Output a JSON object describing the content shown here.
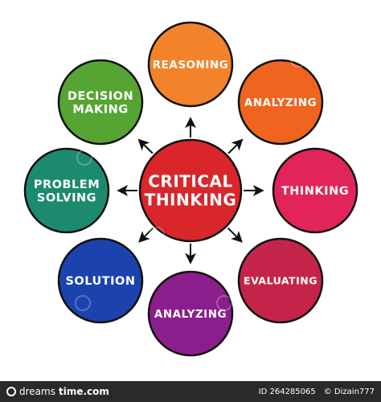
{
  "diagram": {
    "center": {
      "label_lines": [
        "CRITICAL",
        "THINKING"
      ],
      "color": "#d9262b"
    },
    "nodes": [
      {
        "id": "reasoning",
        "label_lines": [
          "REASONING"
        ],
        "color": "#f2832a"
      },
      {
        "id": "analyzing-top",
        "label_lines": [
          "ANALYZING"
        ],
        "color": "#f0641f"
      },
      {
        "id": "thinking",
        "label_lines": [
          "THINKING"
        ],
        "color": "#e2245a"
      },
      {
        "id": "evaluating",
        "label_lines": [
          "EVALUATING"
        ],
        "color": "#c5244a"
      },
      {
        "id": "analyzing-bottom",
        "label_lines": [
          "ANALYZING"
        ],
        "color": "#8b1e8c"
      },
      {
        "id": "solution",
        "label_lines": [
          "SOLUTION"
        ],
        "color": "#1c43ad"
      },
      {
        "id": "problem-solving",
        "label_lines": [
          "PROBLEM",
          "SOLVING"
        ],
        "color": "#1c8a6e"
      },
      {
        "id": "decision-making",
        "label_lines": [
          "DECISION",
          "MAKING"
        ],
        "color": "#56a533"
      }
    ]
  },
  "footer": {
    "brand_prefix": "dreams",
    "brand_suffix": "time.com",
    "image_id": "ID 264285065",
    "author": "© Dizain777"
  }
}
